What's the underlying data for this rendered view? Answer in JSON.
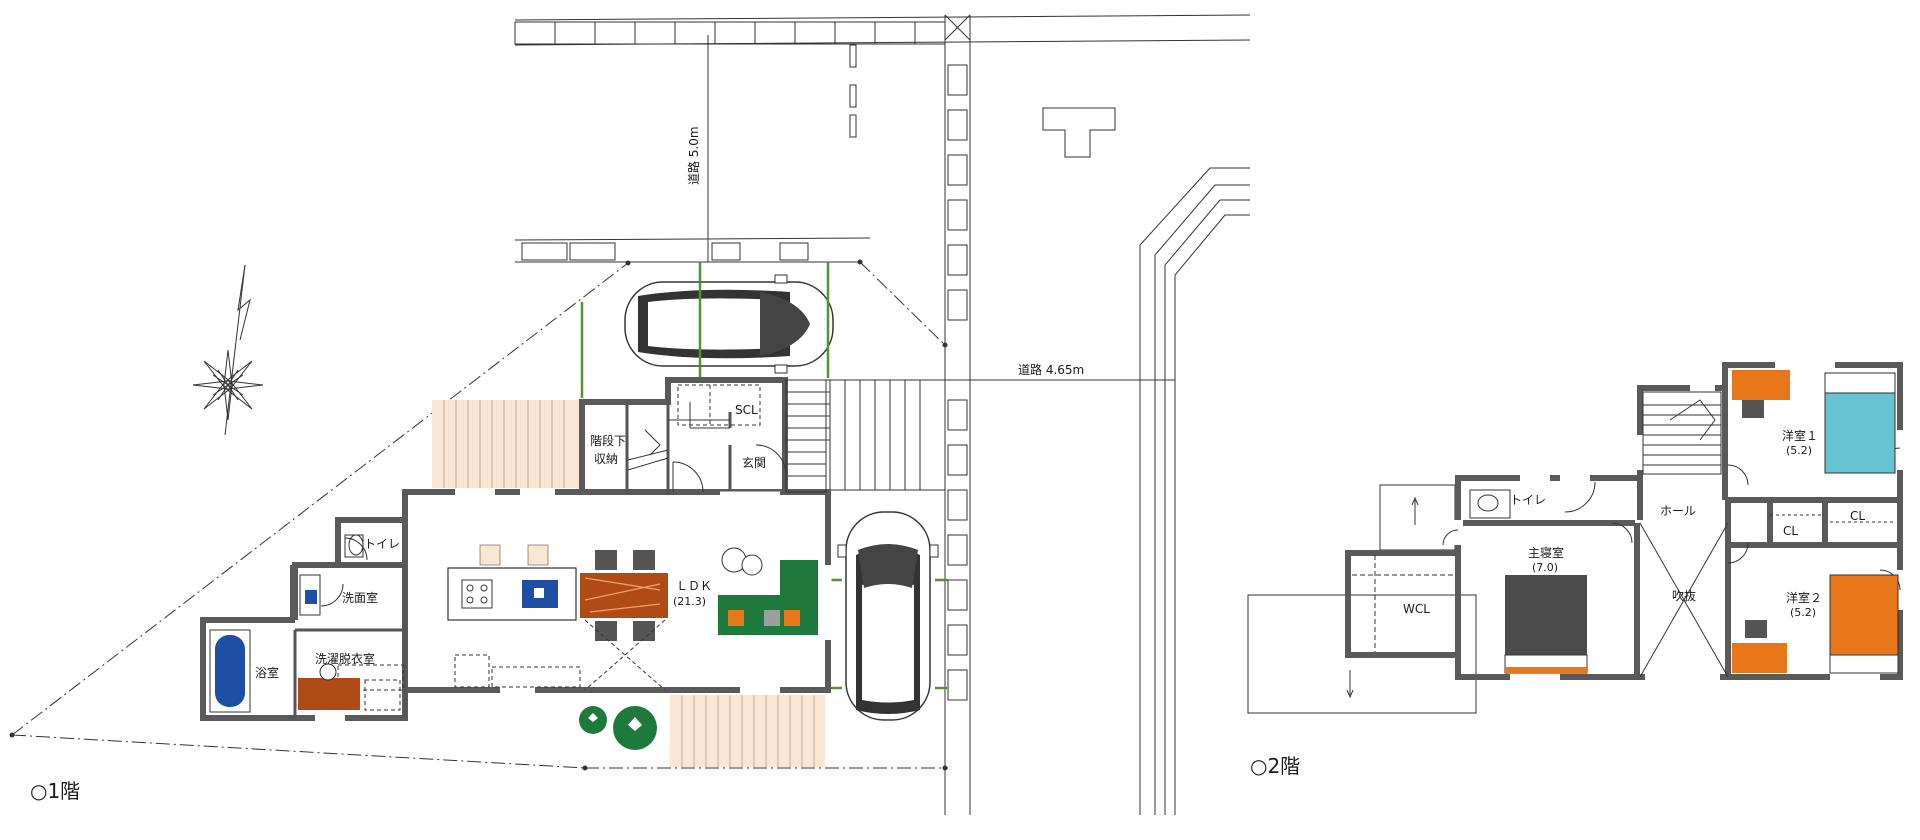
{
  "floor1": {
    "caption": "○1階",
    "road_top": "道路 5.0m",
    "road_side": "道路 4.65m",
    "rooms": {
      "stair_storage_1": "階段下",
      "stair_storage_2": "収納",
      "scl": "SCL",
      "genkan": "玄関",
      "toilet": "トイレ",
      "senmen": "洗面室",
      "sentaku": "洗濯脱衣室",
      "yokushitsu": "浴室",
      "ldk": "ＬＤＫ",
      "ldk_size": "(21.3)"
    }
  },
  "floor2": {
    "caption": "○2階",
    "rooms": {
      "yoshitsu1": "洋室１",
      "yoshitsu1_size": "(5.2)",
      "toilet": "トイレ",
      "hall": "ホール",
      "cl1": "CL",
      "cl2": "CL",
      "master": "主寝室",
      "master_size": "(7.0)",
      "wcl": "WCL",
      "fukinuke": "吹抜",
      "yoshitsu2": "洋室２",
      "yoshitsu2_size": "(5.2)"
    }
  },
  "colors": {
    "wall": "#5a5a5a",
    "deck": "#fbe6d3",
    "sofa": "#1e7a3c",
    "bath_blue": "#1f4fa5",
    "orange": "#e8761a",
    "wood": "#b04a16",
    "bed_blue": "#68c3d3",
    "bed_dark": "#4b4b4b",
    "green_line": "#5a8f3a"
  }
}
